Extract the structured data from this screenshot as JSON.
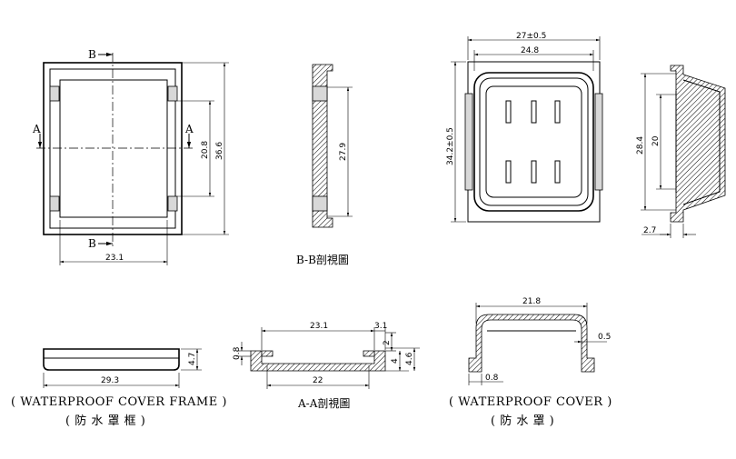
{
  "dims": {
    "d_23_1_top": "23.1",
    "d_36_6": "36.6",
    "d_20_8": "20.8",
    "d_27_9": "27.9",
    "d_27_05": "27±0.5",
    "d_24_8": "24.8",
    "d_34_2": "34.2±0.5",
    "d_28_4": "28.4",
    "d_20": "20",
    "d_2_7": "2.7",
    "d_4_7": "4.7",
    "d_29_3": "29.3",
    "d_23_1_sec": "23.1",
    "d_3_1": "3.1",
    "d_2": "2",
    "d_0_8_left": "0.8",
    "d_4": "4",
    "d_4_6": "4.6",
    "d_22": "22",
    "d_21_8": "21.8",
    "d_0_5": "0.5",
    "d_0_8_bottom": "0.8"
  },
  "labels": {
    "b_top": "B",
    "b_bottom": "B",
    "a_left": "A",
    "a_right": "A",
    "bb_title": "B-B剖視圖",
    "aa_title": "A-A剖視圖"
  },
  "captions": {
    "frame_en": "( WATERPROOF COVER FRAME )",
    "frame_zh": "( 防 水 罩 框 )",
    "cover_en": "( WATERPROOF COVER )",
    "cover_zh": "( 防 水 罩 )"
  }
}
